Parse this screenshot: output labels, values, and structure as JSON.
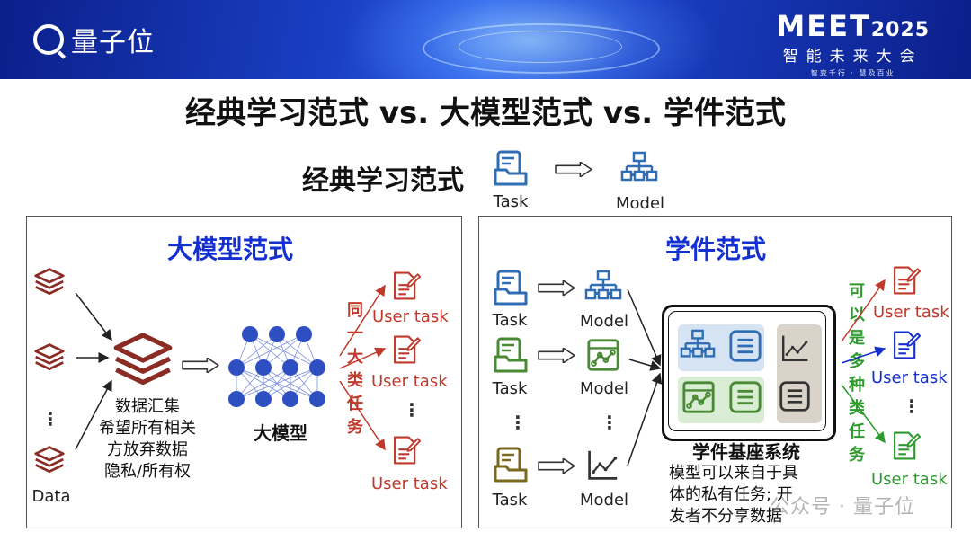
{
  "header": {
    "brand": "量子位",
    "event_title": "MEET",
    "event_year": "2025",
    "event_subtitle": "智能未来大会",
    "event_tagline": "智变千行 · 慧及百业"
  },
  "slide": {
    "title": "经典学习范式 vs. 大模型范式 vs. 学件范式",
    "classic": {
      "label": "经典学习范式",
      "task_caption": "Task",
      "model_caption": "Model"
    },
    "large_model": {
      "title": "大模型范式",
      "data_caption": "Data",
      "aggregation_text": [
        "数据汇集",
        "希望所有相关",
        "方放弃数据",
        "隐私/所有权"
      ],
      "model_caption": "大模型",
      "vertical_text": [
        "同",
        "一",
        "大",
        "类",
        "任",
        "务"
      ],
      "user_tasks": [
        "User task",
        "User task",
        "User task"
      ]
    },
    "learnware": {
      "title": "学件范式",
      "task_captions": [
        "Task",
        "Task",
        "Task"
      ],
      "model_captions": [
        "Model",
        "Model",
        "Model"
      ],
      "system_label": "学件基座系统",
      "system_desc": [
        "模型可以来自于具",
        "体的私有任务; 开",
        "发者不分享数据"
      ],
      "vertical_text": [
        "可",
        "以",
        "是",
        "多",
        "种",
        "类",
        "任",
        "务"
      ],
      "user_tasks": [
        "User task",
        "User task",
        "User task"
      ]
    },
    "ellipsis": "⋮",
    "watermark": "公众号 · 量子位"
  },
  "colors": {
    "header_blue": "#1a3fc4",
    "title_blue": "#1530d0",
    "task_red": "#c0392b",
    "task_blue": "#1530d0",
    "task_green": "#2e9a2e",
    "tile_blue": "#d5e3f3",
    "tile_green": "#d9ecd4",
    "tile_gray": "#d9d3c9",
    "icon_blue": "#2f6db5",
    "icon_green": "#4a8a35",
    "icon_olive": "#7a6a1e",
    "icon_darkred": "#8b2c24"
  }
}
